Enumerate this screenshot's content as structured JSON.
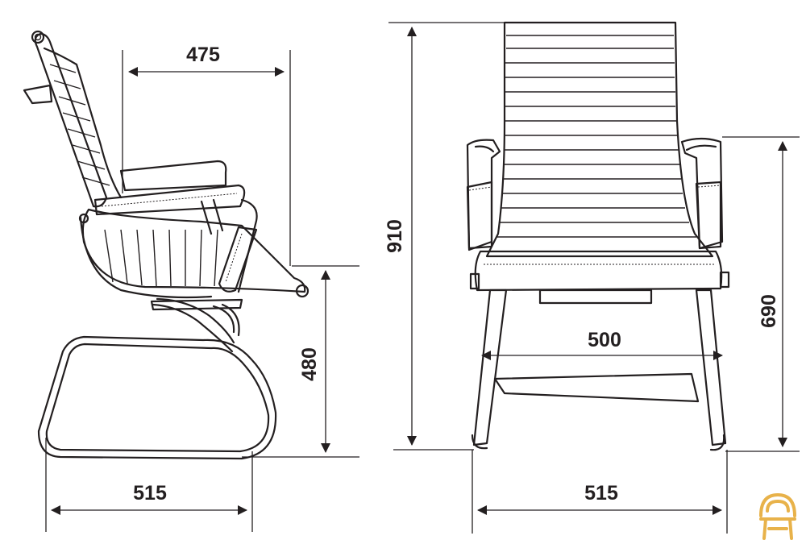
{
  "side_view": {
    "depth_label": "475",
    "base_label": "515",
    "seat_height_label": "480"
  },
  "front_view": {
    "total_height_label": "910",
    "width_label": "500",
    "base_width_label": "515",
    "arm_height_label": "690"
  },
  "watermark": {
    "icon": "armchair-logo-icon",
    "color": "#e8b24a"
  }
}
